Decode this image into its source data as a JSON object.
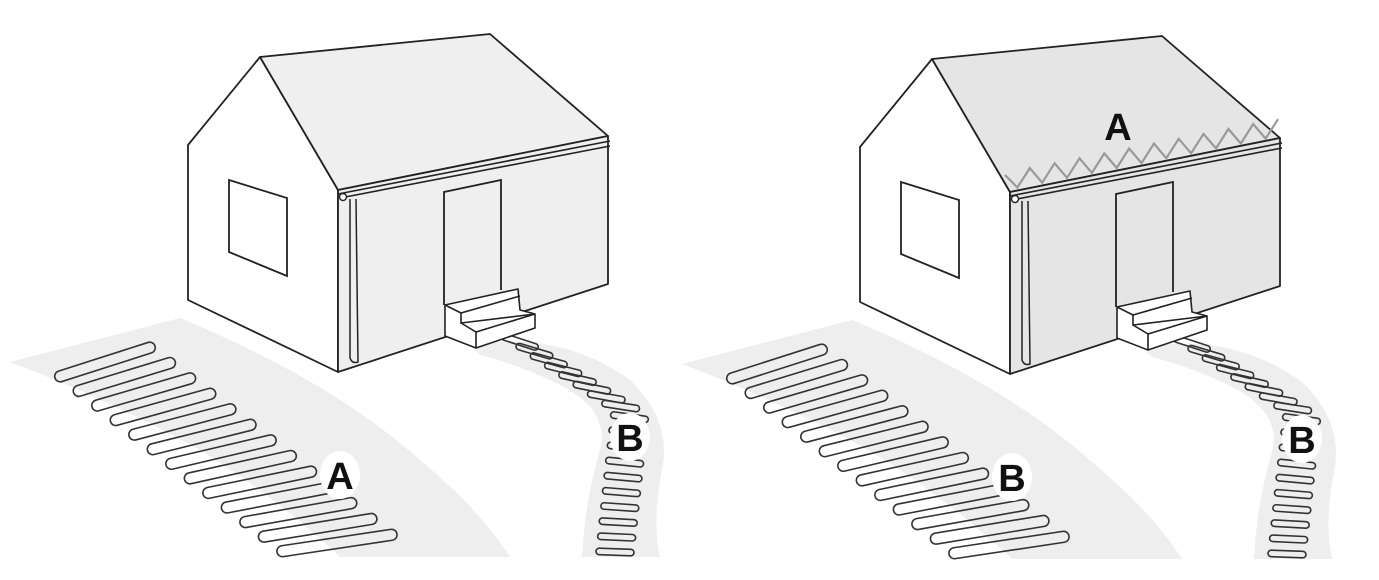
{
  "left_scene": {
    "walkway_label": "A",
    "path_label": "B",
    "colors": {
      "roof": "#efefef",
      "wall": "#efefef",
      "ground": "#eeeeee",
      "line": "#222222"
    }
  },
  "right_scene": {
    "roof_label": "A",
    "walkway_label": "B",
    "path_label": "B",
    "colors": {
      "roof": "#e5e5e6",
      "wall": "#e5e5e6",
      "ground": "#eeeeee",
      "line": "#222222",
      "roof_cable": "#999999"
    }
  }
}
